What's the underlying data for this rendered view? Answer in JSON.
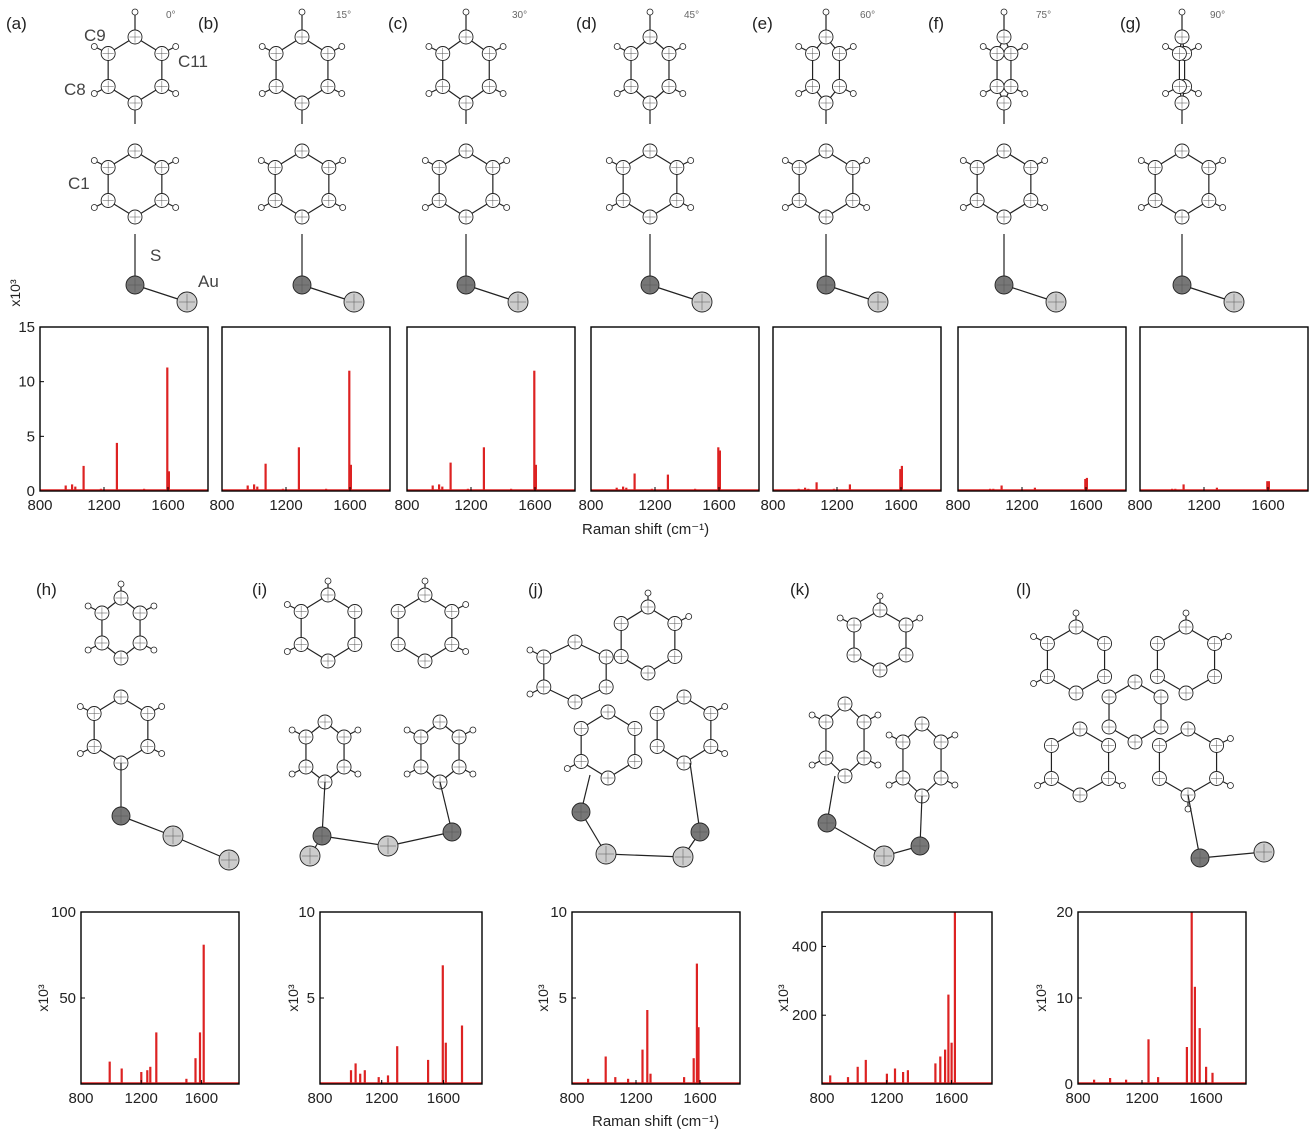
{
  "figure": {
    "panel_labels": [
      "(a)",
      "(b)",
      "(c)",
      "(d)",
      "(e)",
      "(f)",
      "(g)",
      "(h)",
      "(i)",
      "(j)",
      "(k)",
      "(l)"
    ],
    "angles": [
      "0°",
      "15°",
      "30°",
      "45°",
      "60°",
      "75°",
      "90°"
    ],
    "atom_labels": {
      "c9": "C9",
      "c11": "C11",
      "c8": "C8",
      "c1": "C1",
      "s": "S",
      "au": "Au"
    },
    "top_unit": "x10³",
    "bottom_unit": "x10³",
    "x_axis_label": "Raman shift (cm⁻¹)",
    "colors": {
      "spectrum": "#dd2222",
      "frame": "#000000",
      "sulfur": "#777777",
      "gold": "#cccccc",
      "carbon": "#ffffff"
    }
  },
  "chart_data": [
    {
      "type": "bar",
      "panel": "(a)",
      "xlim": [
        800,
        1850
      ],
      "ylim": [
        0,
        15
      ],
      "yticks": [
        0,
        5,
        10,
        15
      ],
      "xticks": [
        800,
        1200,
        1600
      ],
      "x": [
        960,
        1000,
        1020,
        1072,
        1180,
        1280,
        1450,
        1595,
        1605
      ],
      "values": [
        0.5,
        0.6,
        0.4,
        2.3,
        0.2,
        4.4,
        0.2,
        11.3,
        1.8
      ]
    },
    {
      "type": "bar",
      "panel": "(b)",
      "xlim": [
        800,
        1850
      ],
      "ylim": [
        0,
        15
      ],
      "yticks": [],
      "xticks": [
        800,
        1200,
        1600
      ],
      "x": [
        960,
        1000,
        1020,
        1072,
        1180,
        1280,
        1450,
        1595,
        1605
      ],
      "values": [
        0.5,
        0.6,
        0.4,
        2.5,
        0.2,
        4.0,
        0.2,
        11.0,
        2.4
      ]
    },
    {
      "type": "bar",
      "panel": "(c)",
      "xlim": [
        800,
        1850
      ],
      "ylim": [
        0,
        15
      ],
      "yticks": [],
      "xticks": [
        800,
        1200,
        1600
      ],
      "x": [
        960,
        1000,
        1020,
        1072,
        1180,
        1280,
        1450,
        1595,
        1605
      ],
      "values": [
        0.5,
        0.6,
        0.4,
        2.6,
        0.2,
        4.0,
        0.2,
        11.0,
        2.4
      ]
    },
    {
      "type": "bar",
      "panel": "(d)",
      "xlim": [
        800,
        1850
      ],
      "ylim": [
        0,
        15
      ],
      "yticks": [],
      "xticks": [
        800,
        1200,
        1600
      ],
      "x": [
        960,
        1000,
        1020,
        1072,
        1180,
        1280,
        1450,
        1595,
        1605
      ],
      "values": [
        0.3,
        0.4,
        0.3,
        1.6,
        0.2,
        1.5,
        0.2,
        4.0,
        3.7
      ]
    },
    {
      "type": "bar",
      "panel": "(e)",
      "xlim": [
        800,
        1850
      ],
      "ylim": [
        0,
        15
      ],
      "yticks": [],
      "xticks": [
        800,
        1200,
        1600
      ],
      "x": [
        960,
        1000,
        1020,
        1072,
        1180,
        1280,
        1450,
        1595,
        1605
      ],
      "values": [
        0.2,
        0.3,
        0.2,
        0.8,
        0.2,
        0.6,
        0.1,
        2.0,
        2.3
      ]
    },
    {
      "type": "bar",
      "panel": "(f)",
      "xlim": [
        800,
        1850
      ],
      "ylim": [
        0,
        15
      ],
      "yticks": [],
      "xticks": [
        800,
        1200,
        1600
      ],
      "x": [
        960,
        1000,
        1020,
        1072,
        1180,
        1280,
        1450,
        1595,
        1605
      ],
      "values": [
        0.1,
        0.2,
        0.2,
        0.5,
        0.1,
        0.3,
        0.1,
        1.1,
        1.2
      ]
    },
    {
      "type": "bar",
      "panel": "(g)",
      "xlim": [
        800,
        1850
      ],
      "ylim": [
        0,
        15
      ],
      "yticks": [],
      "xticks": [
        800,
        1200,
        1600
      ],
      "x": [
        960,
        1000,
        1020,
        1072,
        1180,
        1280,
        1450,
        1595,
        1605
      ],
      "values": [
        0.1,
        0.2,
        0.2,
        0.6,
        0.1,
        0.3,
        0.1,
        0.9,
        0.9
      ]
    },
    {
      "type": "bar",
      "panel": "(h)",
      "xlim": [
        800,
        1850
      ],
      "ylim": [
        0,
        100
      ],
      "yticks": [
        50,
        100
      ],
      "xticks": [
        800,
        1200,
        1600
      ],
      "x": [
        990,
        1070,
        1200,
        1240,
        1260,
        1300,
        1500,
        1560,
        1590,
        1615
      ],
      "values": [
        13,
        9,
        7,
        8,
        10,
        30,
        3,
        15,
        30,
        81
      ]
    },
    {
      "type": "bar",
      "panel": "(i)",
      "xlim": [
        800,
        1850
      ],
      "ylim": [
        0,
        10
      ],
      "yticks": [
        5,
        10
      ],
      "xticks": [
        800,
        1200,
        1600
      ],
      "x": [
        1000,
        1030,
        1060,
        1090,
        1180,
        1240,
        1300,
        1500,
        1595,
        1615,
        1720
      ],
      "values": [
        0.8,
        1.2,
        0.6,
        0.8,
        0.4,
        0.5,
        2.2,
        1.4,
        6.9,
        2.4,
        3.4
      ]
    },
    {
      "type": "bar",
      "panel": "(j)",
      "xlim": [
        800,
        1850
      ],
      "ylim": [
        0,
        10
      ],
      "yticks": [
        5,
        10
      ],
      "xticks": [
        800,
        1200,
        1600
      ],
      "x": [
        900,
        1010,
        1070,
        1150,
        1240,
        1270,
        1290,
        1500,
        1560,
        1580,
        1590
      ],
      "values": [
        0.3,
        1.6,
        0.4,
        0.3,
        2.0,
        4.3,
        0.6,
        0.4,
        1.5,
        7.0,
        3.3
      ]
    },
    {
      "type": "bar",
      "panel": "(k)",
      "xlim": [
        800,
        1850
      ],
      "ylim": [
        0,
        500
      ],
      "yticks": [
        200,
        400
      ],
      "xticks": [
        800,
        1200,
        1600
      ],
      "x": [
        850,
        960,
        1020,
        1070,
        1200,
        1250,
        1300,
        1330,
        1500,
        1530,
        1560,
        1580,
        1600,
        1620
      ],
      "values": [
        25,
        20,
        50,
        70,
        30,
        45,
        35,
        40,
        60,
        80,
        100,
        260,
        120,
        500
      ]
    },
    {
      "type": "bar",
      "panel": "(l)",
      "xlim": [
        800,
        1850
      ],
      "ylim": [
        0,
        20
      ],
      "yticks": [
        0,
        10,
        20
      ],
      "xticks": [
        800,
        1200,
        1600
      ],
      "x": [
        900,
        1000,
        1100,
        1240,
        1300,
        1480,
        1510,
        1530,
        1560,
        1600,
        1640
      ],
      "values": [
        0.5,
        0.7,
        0.5,
        5.2,
        0.8,
        4.3,
        20,
        11.3,
        6.5,
        2.0,
        1.3
      ]
    }
  ]
}
